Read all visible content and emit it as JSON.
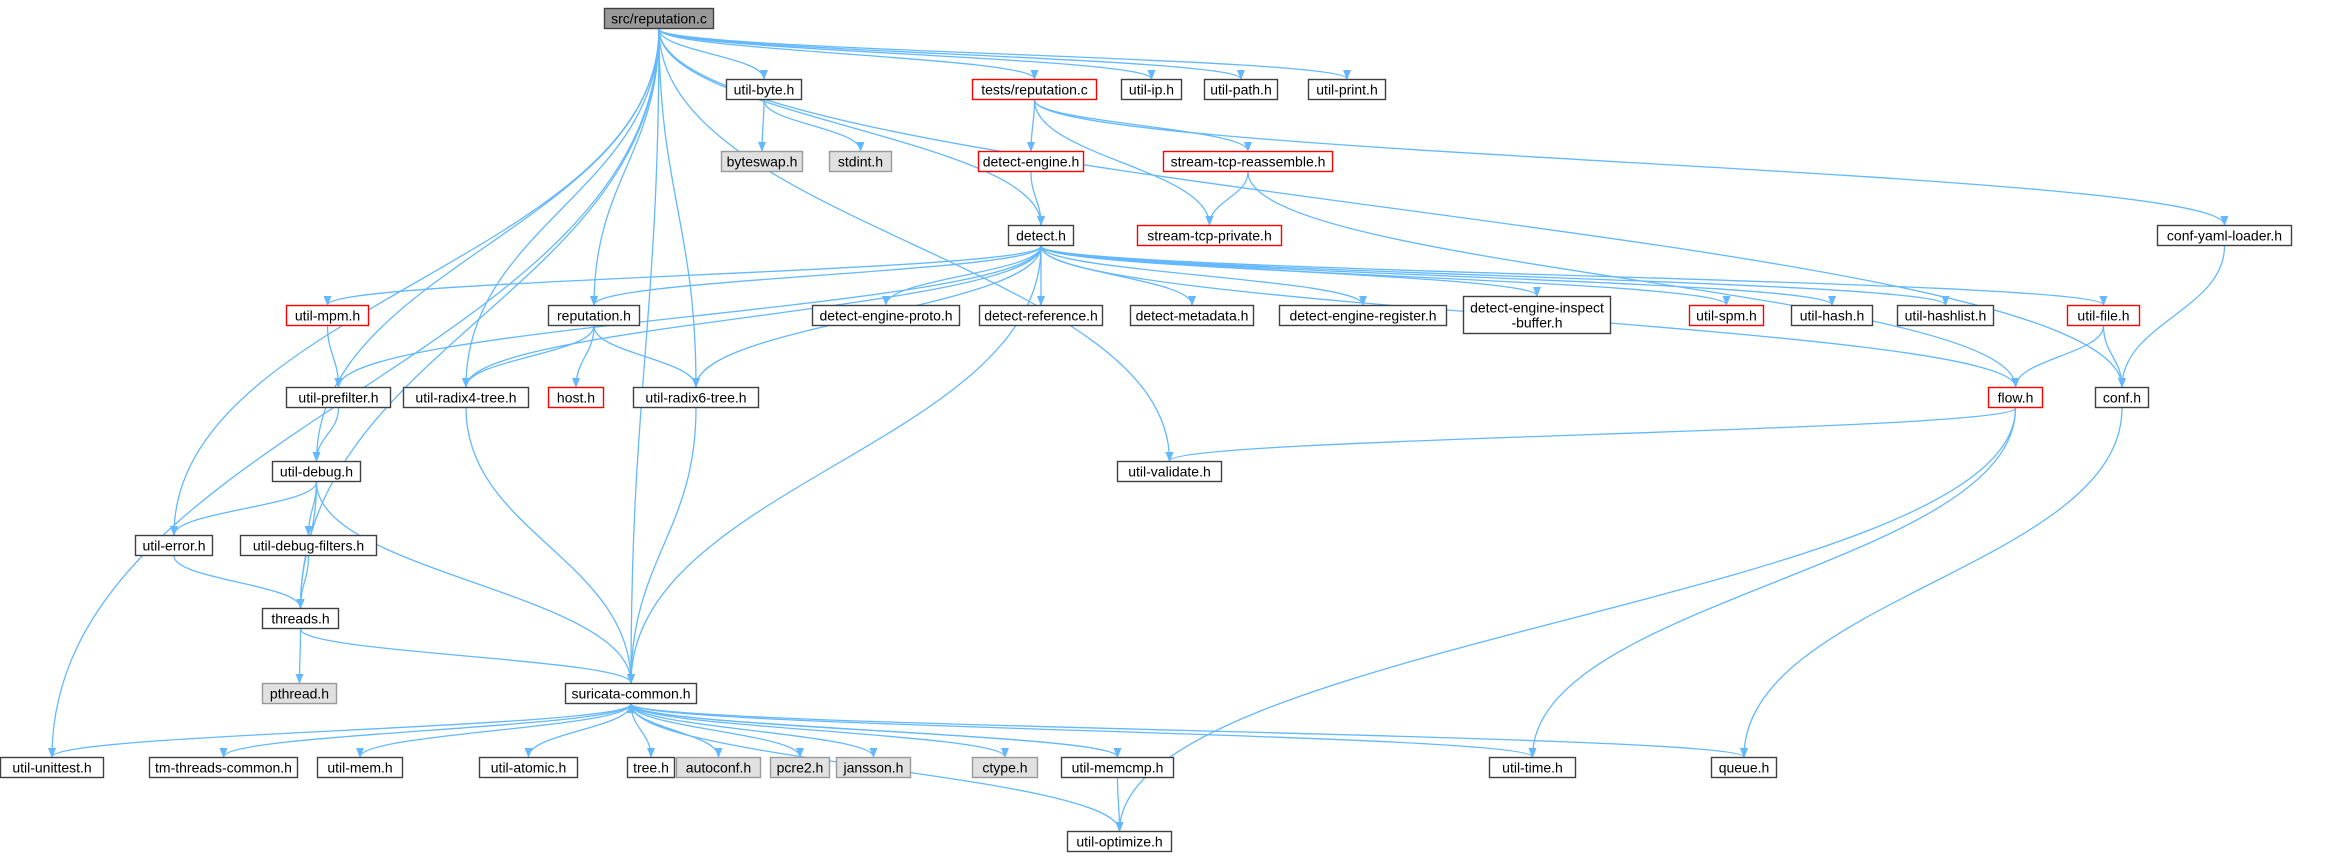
{
  "colors": {
    "edge": "#63b8ff",
    "node_border": "#404040",
    "node_fill": "#ffffff",
    "root_fill": "#999999",
    "system_fill": "#e0e0e0",
    "system_border": "#999999",
    "truncated_border": "#ff0000"
  },
  "nodes": [
    {
      "id": "reputation_c",
      "label": "src/reputation.c",
      "kind": "root"
    },
    {
      "id": "util_byte",
      "label": "util-byte.h",
      "kind": "normal"
    },
    {
      "id": "tests_reputation",
      "label": "tests/reputation.c",
      "kind": "truncated"
    },
    {
      "id": "util_ip",
      "label": "util-ip.h",
      "kind": "normal"
    },
    {
      "id": "util_path",
      "label": "util-path.h",
      "kind": "normal"
    },
    {
      "id": "util_print",
      "label": "util-print.h",
      "kind": "normal"
    },
    {
      "id": "byteswap",
      "label": "byteswap.h",
      "kind": "system"
    },
    {
      "id": "stdint",
      "label": "stdint.h",
      "kind": "system"
    },
    {
      "id": "detect_engine",
      "label": "detect-engine.h",
      "kind": "truncated"
    },
    {
      "id": "stream_tcp_reassemble",
      "label": "stream-tcp-reassemble.h",
      "kind": "truncated"
    },
    {
      "id": "stream_tcp_private",
      "label": "stream-tcp-private.h",
      "kind": "truncated"
    },
    {
      "id": "conf_yaml_loader",
      "label": "conf-yaml-loader.h",
      "kind": "normal"
    },
    {
      "id": "detect",
      "label": "detect.h",
      "kind": "normal"
    },
    {
      "id": "util_mpm",
      "label": "util-mpm.h",
      "kind": "truncated"
    },
    {
      "id": "reputation_h",
      "label": "reputation.h",
      "kind": "normal"
    },
    {
      "id": "detect_engine_proto",
      "label": "detect-engine-proto.h",
      "kind": "normal"
    },
    {
      "id": "detect_reference",
      "label": "detect-reference.h",
      "kind": "normal"
    },
    {
      "id": "detect_metadata",
      "label": "detect-metadata.h",
      "kind": "normal"
    },
    {
      "id": "detect_engine_register",
      "label": "detect-engine-register.h",
      "kind": "normal"
    },
    {
      "id": "detect_engine_inspect_buffer",
      "label": "detect-engine-inspect\n-buffer.h",
      "kind": "normal"
    },
    {
      "id": "util_spm",
      "label": "util-spm.h",
      "kind": "truncated"
    },
    {
      "id": "util_hash",
      "label": "util-hash.h",
      "kind": "normal"
    },
    {
      "id": "util_hashlist",
      "label": "util-hashlist.h",
      "kind": "normal"
    },
    {
      "id": "util_file",
      "label": "util-file.h",
      "kind": "truncated"
    },
    {
      "id": "util_prefilter",
      "label": "util-prefilter.h",
      "kind": "normal"
    },
    {
      "id": "util_radix4_tree",
      "label": "util-radix4-tree.h",
      "kind": "normal"
    },
    {
      "id": "host",
      "label": "host.h",
      "kind": "truncated"
    },
    {
      "id": "util_radix6_tree",
      "label": "util-radix6-tree.h",
      "kind": "normal"
    },
    {
      "id": "flow",
      "label": "flow.h",
      "kind": "truncated"
    },
    {
      "id": "conf",
      "label": "conf.h",
      "kind": "normal"
    },
    {
      "id": "util_debug",
      "label": "util-debug.h",
      "kind": "normal"
    },
    {
      "id": "util_validate",
      "label": "util-validate.h",
      "kind": "normal"
    },
    {
      "id": "util_error",
      "label": "util-error.h",
      "kind": "normal"
    },
    {
      "id": "util_debug_filters",
      "label": "util-debug-filters.h",
      "kind": "normal"
    },
    {
      "id": "threads",
      "label": "threads.h",
      "kind": "normal"
    },
    {
      "id": "pthread",
      "label": "pthread.h",
      "kind": "system"
    },
    {
      "id": "suricata_common",
      "label": "suricata-common.h",
      "kind": "normal"
    },
    {
      "id": "util_unittest",
      "label": "util-unittest.h",
      "kind": "normal"
    },
    {
      "id": "tm_threads_common",
      "label": "tm-threads-common.h",
      "kind": "normal"
    },
    {
      "id": "util_mem",
      "label": "util-mem.h",
      "kind": "normal"
    },
    {
      "id": "util_atomic",
      "label": "util-atomic.h",
      "kind": "normal"
    },
    {
      "id": "tree",
      "label": "tree.h",
      "kind": "normal"
    },
    {
      "id": "autoconf",
      "label": "autoconf.h",
      "kind": "system"
    },
    {
      "id": "pcre2",
      "label": "pcre2.h",
      "kind": "system"
    },
    {
      "id": "jansson",
      "label": "jansson.h",
      "kind": "system"
    },
    {
      "id": "ctype",
      "label": "ctype.h",
      "kind": "system"
    },
    {
      "id": "util_memcmp",
      "label": "util-memcmp.h",
      "kind": "normal"
    },
    {
      "id": "util_time",
      "label": "util-time.h",
      "kind": "normal"
    },
    {
      "id": "queue",
      "label": "queue.h",
      "kind": "normal"
    },
    {
      "id": "util_optimize",
      "label": "util-optimize.h",
      "kind": "normal"
    }
  ],
  "edges": [
    [
      "reputation_c",
      "util_byte"
    ],
    [
      "reputation_c",
      "tests_reputation"
    ],
    [
      "reputation_c",
      "util_ip"
    ],
    [
      "reputation_c",
      "util_path"
    ],
    [
      "reputation_c",
      "util_print"
    ],
    [
      "reputation_c",
      "detect"
    ],
    [
      "reputation_c",
      "reputation_h"
    ],
    [
      "reputation_c",
      "util_radix4_tree"
    ],
    [
      "reputation_c",
      "util_radix6_tree"
    ],
    [
      "reputation_c",
      "util_validate"
    ],
    [
      "reputation_c",
      "conf"
    ],
    [
      "reputation_c",
      "util_debug"
    ],
    [
      "reputation_c",
      "util_error"
    ],
    [
      "reputation_c",
      "threads"
    ],
    [
      "reputation_c",
      "suricata_common"
    ],
    [
      "reputation_c",
      "util_unittest"
    ],
    [
      "util_byte",
      "byteswap"
    ],
    [
      "util_byte",
      "stdint"
    ],
    [
      "tests_reputation",
      "detect_engine"
    ],
    [
      "tests_reputation",
      "stream_tcp_reassemble"
    ],
    [
      "tests_reputation",
      "stream_tcp_private"
    ],
    [
      "tests_reputation",
      "conf_yaml_loader"
    ],
    [
      "detect_engine",
      "detect"
    ],
    [
      "stream_tcp_reassemble",
      "stream_tcp_private"
    ],
    [
      "stream_tcp_reassemble",
      "flow"
    ],
    [
      "conf_yaml_loader",
      "conf"
    ],
    [
      "detect",
      "util_mpm"
    ],
    [
      "detect",
      "reputation_h"
    ],
    [
      "detect",
      "detect_engine_proto"
    ],
    [
      "detect",
      "detect_reference"
    ],
    [
      "detect",
      "detect_metadata"
    ],
    [
      "detect",
      "detect_engine_register"
    ],
    [
      "detect",
      "detect_engine_inspect_buffer"
    ],
    [
      "detect",
      "util_spm"
    ],
    [
      "detect",
      "util_hash"
    ],
    [
      "detect",
      "util_hashlist"
    ],
    [
      "detect",
      "util_file"
    ],
    [
      "detect",
      "util_prefilter"
    ],
    [
      "detect",
      "util_radix4_tree"
    ],
    [
      "detect",
      "util_radix6_tree"
    ],
    [
      "detect",
      "flow"
    ],
    [
      "detect",
      "suricata_common"
    ],
    [
      "util_mpm",
      "util_prefilter"
    ],
    [
      "reputation_h",
      "host"
    ],
    [
      "reputation_h",
      "util_radix4_tree"
    ],
    [
      "reputation_h",
      "util_radix6_tree"
    ],
    [
      "util_file",
      "flow"
    ],
    [
      "util_file",
      "conf"
    ],
    [
      "util_prefilter",
      "util_debug"
    ],
    [
      "util_radix4_tree",
      "suricata_common"
    ],
    [
      "util_radix6_tree",
      "suricata_common"
    ],
    [
      "flow",
      "util_validate"
    ],
    [
      "flow",
      "util_time"
    ],
    [
      "flow",
      "util_optimize"
    ],
    [
      "conf",
      "queue"
    ],
    [
      "util_debug",
      "util_error"
    ],
    [
      "util_debug",
      "util_debug_filters"
    ],
    [
      "util_debug",
      "threads"
    ],
    [
      "util_debug",
      "suricata_common"
    ],
    [
      "util_error",
      "threads"
    ],
    [
      "util_debug_filters",
      "threads"
    ],
    [
      "threads",
      "pthread"
    ],
    [
      "threads",
      "suricata_common"
    ],
    [
      "suricata_common",
      "util_unittest"
    ],
    [
      "suricata_common",
      "tm_threads_common"
    ],
    [
      "suricata_common",
      "util_mem"
    ],
    [
      "suricata_common",
      "util_atomic"
    ],
    [
      "suricata_common",
      "tree"
    ],
    [
      "suricata_common",
      "autoconf"
    ],
    [
      "suricata_common",
      "pcre2"
    ],
    [
      "suricata_common",
      "jansson"
    ],
    [
      "suricata_common",
      "ctype"
    ],
    [
      "suricata_common",
      "util_memcmp"
    ],
    [
      "suricata_common",
      "util_time"
    ],
    [
      "suricata_common",
      "queue"
    ],
    [
      "suricata_common",
      "util_optimize"
    ],
    [
      "util_memcmp",
      "suricata_common"
    ],
    [
      "util_memcmp",
      "util_optimize"
    ]
  ]
}
